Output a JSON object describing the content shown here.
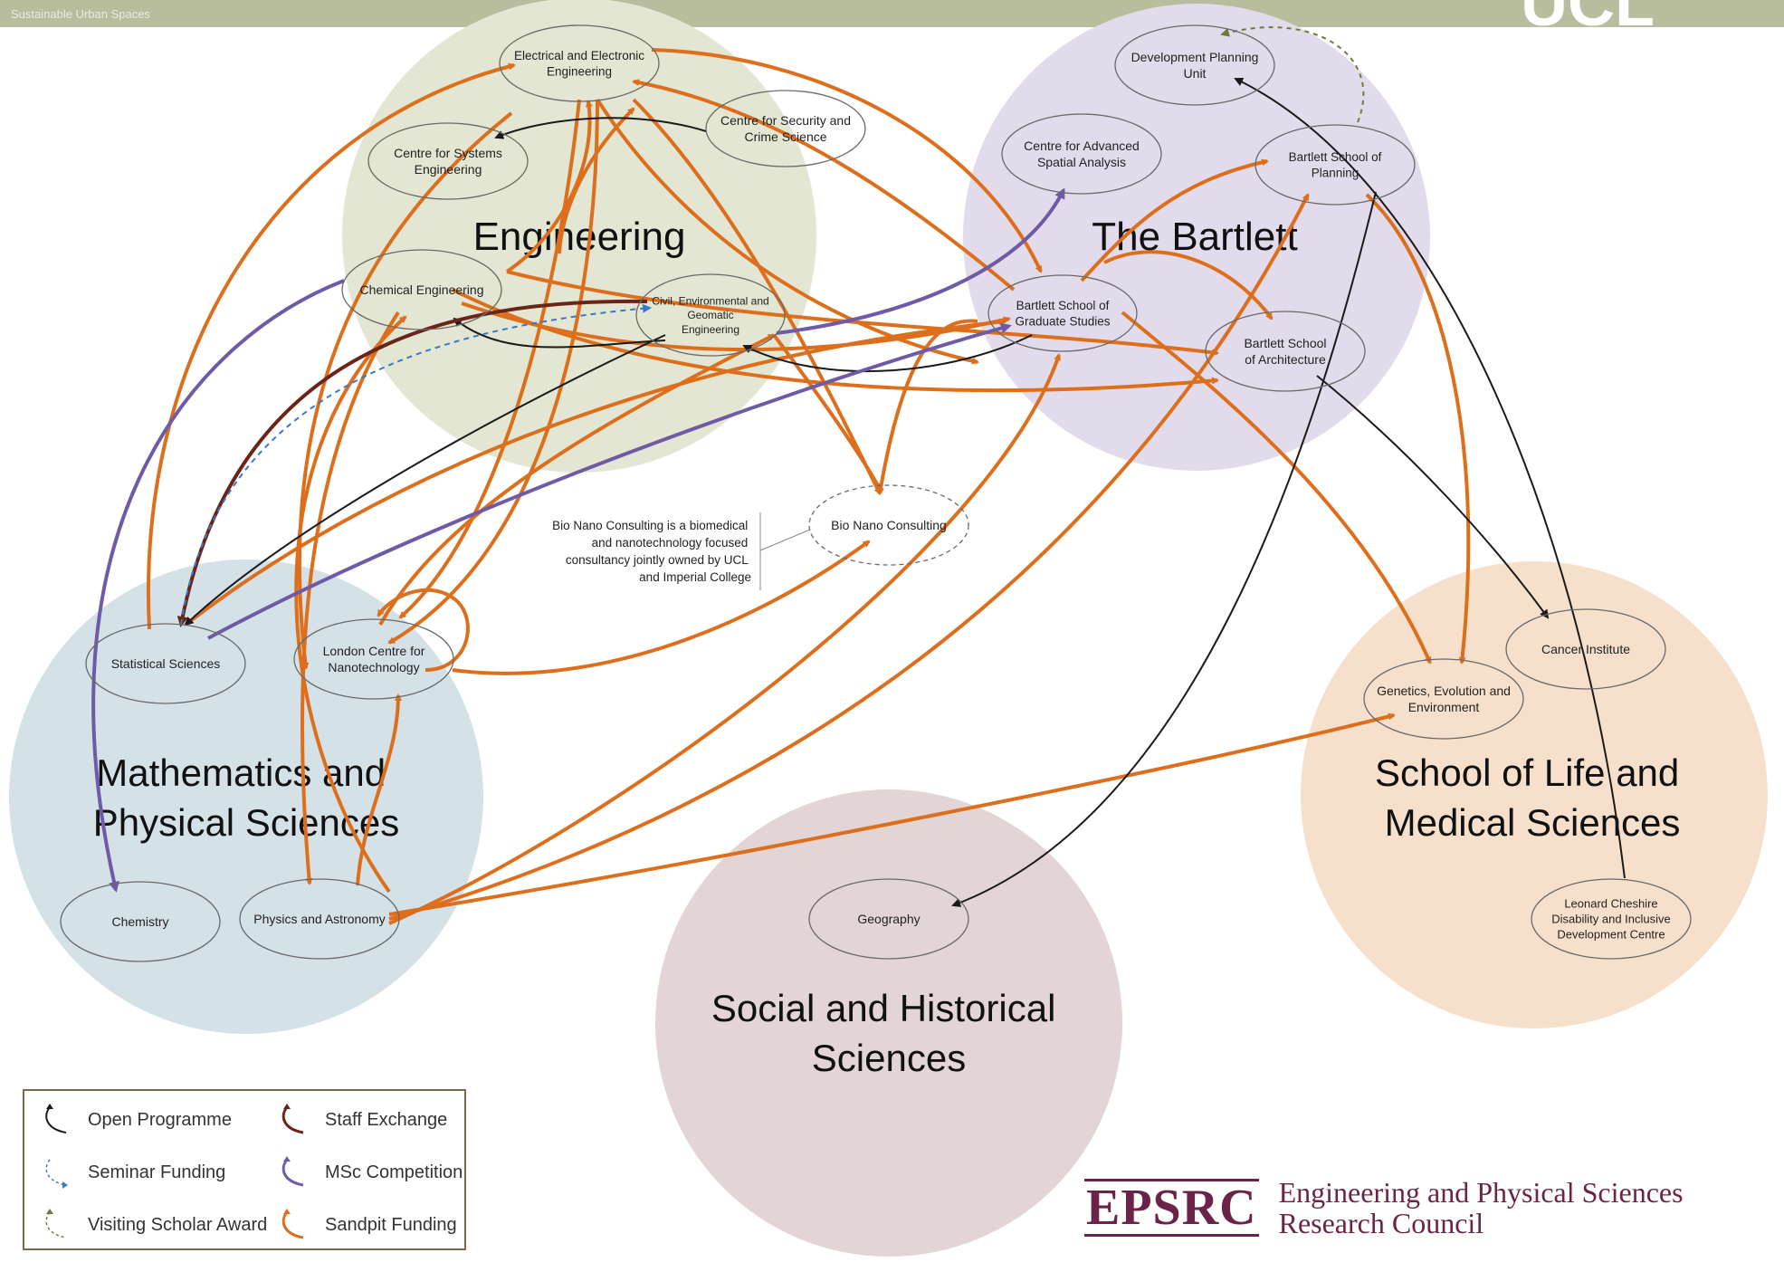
{
  "banner": {
    "left_text": "Sustainable Urban Spaces",
    "logo": "UCL"
  },
  "schools": [
    {
      "id": "engineering",
      "label_lines": [
        "Engineering"
      ],
      "color": "#e3e6d2"
    },
    {
      "id": "bartlett",
      "label_lines": [
        "The Bartlett"
      ],
      "color": "#e2dbec"
    },
    {
      "id": "maps",
      "label_lines": [
        "Mathematics and",
        "Physical Sciences"
      ],
      "color": "#d4e1e6"
    },
    {
      "id": "lifemed",
      "label_lines": [
        "School of Life and",
        "Medical Sciences"
      ],
      "color": "#f7e0cb"
    },
    {
      "id": "shs",
      "label_lines": [
        "Social and Historical",
        "Sciences"
      ],
      "color": "#e3d4d5"
    }
  ],
  "nodes": [
    {
      "id": "eee",
      "lines": [
        "Electrical and Electronic",
        "Engineering"
      ]
    },
    {
      "id": "cse",
      "lines": [
        "Centre for Systems",
        "Engineering"
      ]
    },
    {
      "id": "csc",
      "lines": [
        "Centre for Security and",
        "Crime Science"
      ]
    },
    {
      "id": "chem_eng",
      "lines": [
        "Chemical Engineering"
      ]
    },
    {
      "id": "civil",
      "lines": [
        "Civil, Environmental and",
        "Geomatic",
        "Engineering"
      ]
    },
    {
      "id": "dpu",
      "lines": [
        "Development Planning",
        "Unit"
      ]
    },
    {
      "id": "casa",
      "lines": [
        "Centre for Advanced",
        "Spatial Analysis"
      ]
    },
    {
      "id": "bsp",
      "lines": [
        "Bartlett School of",
        "Planning"
      ]
    },
    {
      "id": "bsgs",
      "lines": [
        "Bartlett School of",
        "Graduate Studies"
      ]
    },
    {
      "id": "bsa",
      "lines": [
        "Bartlett School",
        "of Architecture"
      ]
    },
    {
      "id": "bnc",
      "lines": [
        "Bio Nano Consulting"
      ]
    },
    {
      "id": "stat",
      "lines": [
        "Statistical Sciences"
      ]
    },
    {
      "id": "lcn",
      "lines": [
        "London Centre for",
        "Nanotechnology"
      ]
    },
    {
      "id": "chemistry",
      "lines": [
        "Chemistry"
      ]
    },
    {
      "id": "physics",
      "lines": [
        "Physics and Astronomy"
      ]
    },
    {
      "id": "cancer",
      "lines": [
        "Cancer Institute"
      ]
    },
    {
      "id": "gee",
      "lines": [
        "Genetics, Evolution and",
        "Environment"
      ]
    },
    {
      "id": "lcd",
      "lines": [
        "Leonard Cheshire",
        "Disability and Inclusive",
        "Development Centre"
      ]
    },
    {
      "id": "geography",
      "lines": [
        "Geography"
      ]
    }
  ],
  "bnc_note": {
    "lines": [
      "Bio Nano Consulting is a biomedical",
      "and nanotechnology  focused",
      "consultancy jointly owned by  UCL",
      "and Imperial College"
    ]
  },
  "legend": {
    "items": [
      {
        "label": "Open Programme",
        "color": "#1a1a1a",
        "dashed": false
      },
      {
        "label": "Staff Exchange",
        "color": "#6a2418",
        "dashed": false
      },
      {
        "label": "Seminar Funding",
        "color": "#3a78c8",
        "dashed": true
      },
      {
        "label": "MSc Competition",
        "color": "#6e5aa6",
        "dashed": false
      },
      {
        "label": "Visiting Scholar Award",
        "color": "#6e7a3a",
        "dashed": true
      },
      {
        "label": "Sandpit Funding",
        "color": "#dd6f1c",
        "dashed": false
      }
    ]
  },
  "footer": {
    "logo": "EPSRC",
    "name_lines": [
      "Engineering and Physical Sciences",
      "Research Council"
    ]
  }
}
